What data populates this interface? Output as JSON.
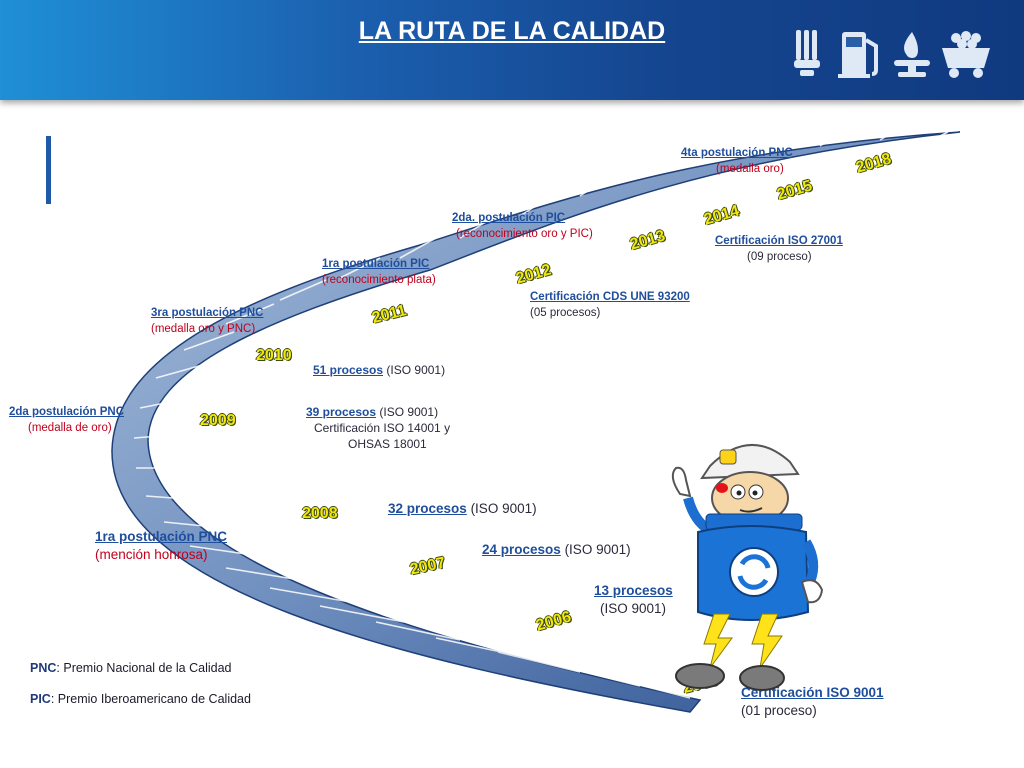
{
  "header": {
    "title": "LA RUTA DE  LA CALIDAD",
    "icons": [
      "bulb-icon",
      "fuel-pump-icon",
      "gas-flame-icon",
      "mine-cart-icon"
    ]
  },
  "years": [
    "2005",
    "2006",
    "2007",
    "2008",
    "2009",
    "2010",
    "2011",
    "2012",
    "2013",
    "2014",
    "2015",
    "2018"
  ],
  "milestones": {
    "pnc4": {
      "title": "4ta postulación PNC",
      "detail": "(medalla oro)"
    },
    "pic2": {
      "title": "2da. postulación  PIC",
      "detail": "(reconocimiento oro y PIC)"
    },
    "iso27001": {
      "title": "Certificación ISO 27001",
      "detail": "(09 proceso)"
    },
    "pic1": {
      "title": "1ra postulación PIC",
      "detail": "(reconocimiento plata)"
    },
    "cds": {
      "title": "Certificación CDS UNE 93200",
      "detail": "(05 procesos)"
    },
    "pnc3": {
      "title": "3ra postulación PNC",
      "detail": "(medalla oro y PNC)"
    },
    "p51": {
      "title": "51 procesos",
      "detail": "(ISO 9001)"
    },
    "pnc2": {
      "title": "2da postulación PNC",
      "detail": "(medalla de oro)"
    },
    "p39": {
      "title": "39  procesos",
      "detail": "(ISO 9001)",
      "line2": "Certificación ISO 14001  y",
      "line3": "OHSAS 18001"
    },
    "p32": {
      "title": "32 procesos",
      "detail": "(ISO 9001)"
    },
    "pnc1": {
      "title": "1ra postulación PNC",
      "detail": "(mención honrosa)"
    },
    "p24": {
      "title": "24  procesos",
      "detail": "(ISO 9001)"
    },
    "p13": {
      "title": "13 procesos",
      "detail": "(ISO 9001)"
    },
    "iso9001": {
      "title": "Certificación ISO 9001",
      "detail": "(01 proceso)"
    }
  },
  "legend": [
    {
      "abbr": "PNC",
      "text": ": Premio Nacional de la Calidad"
    },
    {
      "abbr": "PIC",
      "text": ": Premio Iberoamericano de Calidad"
    }
  ],
  "colors": {
    "header_blue": "#15458f",
    "label_blue": "#1f4e9c",
    "label_red": "#c0001c",
    "year_yellow": "#f3e70a"
  }
}
